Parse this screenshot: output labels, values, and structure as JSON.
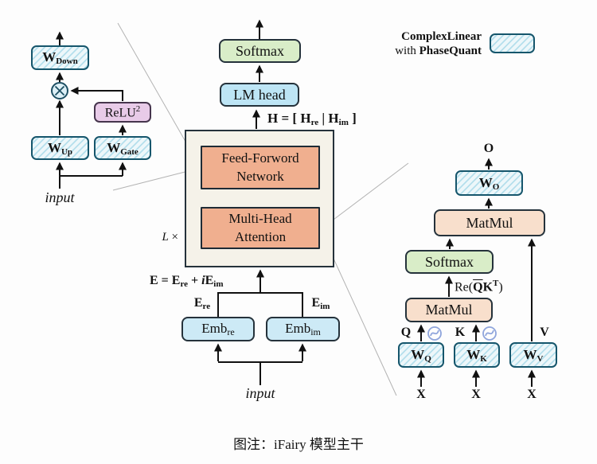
{
  "caption": "图注：iFairy 模型主干",
  "legend": {
    "title": "ComplexLinear",
    "subtitle_prefix": "with ",
    "subtitle_bold": "PhaseQuant",
    "swatch_icon": "hatched-complex-linear-swatch"
  },
  "colors": {
    "hatch_fill": "#edf7fa",
    "hatch_stripe": "#b5dfec",
    "hatch_border": "#16566c",
    "salmon": "#f0af8f",
    "peach": "#f8dfcc",
    "green": "#d9edc8",
    "blue": "#bde5f5",
    "emb_blue": "#cdeaf6",
    "pink": "#e8cbe8",
    "panel_bg": "#f5f2e9",
    "arrow": "#111111",
    "connector_gray": "#b3b3b3",
    "phase_icon": "#8fa5dc"
  },
  "ffn_detail": {
    "w_down": {
      "main": "W",
      "sub": "Down"
    },
    "w_up": {
      "main": "W",
      "sub": "Up"
    },
    "w_gate": {
      "main": "W",
      "sub": "Gate"
    },
    "relu": {
      "main": "ReLU",
      "sup": "2"
    },
    "input_label": "input",
    "multiply_icon": "circled-times-multiply"
  },
  "backbone": {
    "softmax": "Softmax",
    "lm_head": "LM head",
    "h_formula": {
      "h": "H",
      "eq": " = [ ",
      "h_re": "H",
      "re": "re",
      "pipe": " | ",
      "h_im": "H",
      "im": "im",
      "close": " ]"
    },
    "ffn": {
      "line1": "Feed-Forword",
      "line2": "Network"
    },
    "mha": {
      "line1": "Multi-Head",
      "line2": "Attention"
    },
    "l_times": {
      "l": "L",
      "times": " ×"
    },
    "e_formula": {
      "e": "E",
      "eq": " = ",
      "e_re": "E",
      "re": "re",
      "plus": " + ",
      "i": "i",
      "e_im": "E",
      "im": "im"
    },
    "e_re_label": {
      "main": "E",
      "sub": "re"
    },
    "e_im_label": {
      "main": "E",
      "sub": "im"
    },
    "emb_re": {
      "main": "Emb",
      "sub": "re"
    },
    "emb_im": {
      "main": "Emb",
      "sub": "im"
    },
    "input_label": "input"
  },
  "attention_detail": {
    "o_label": "O",
    "w_o": {
      "main": "W",
      "sub": "O"
    },
    "matmul_top": "MatMul",
    "softmax": "Softmax",
    "re_qkt": {
      "prefix": "Re(",
      "q": "Q",
      "k": "K",
      "t": "T",
      "suffix": ")"
    },
    "matmul_bottom": "MatMul",
    "q_label": "Q",
    "k_label": "K",
    "v_label": "V",
    "w_q": {
      "main": "W",
      "sub": "Q"
    },
    "w_k": {
      "main": "W",
      "sub": "K"
    },
    "w_v": {
      "main": "W",
      "sub": "V"
    },
    "x_label": "X",
    "phase_icon": "phase-rotation-clock"
  }
}
